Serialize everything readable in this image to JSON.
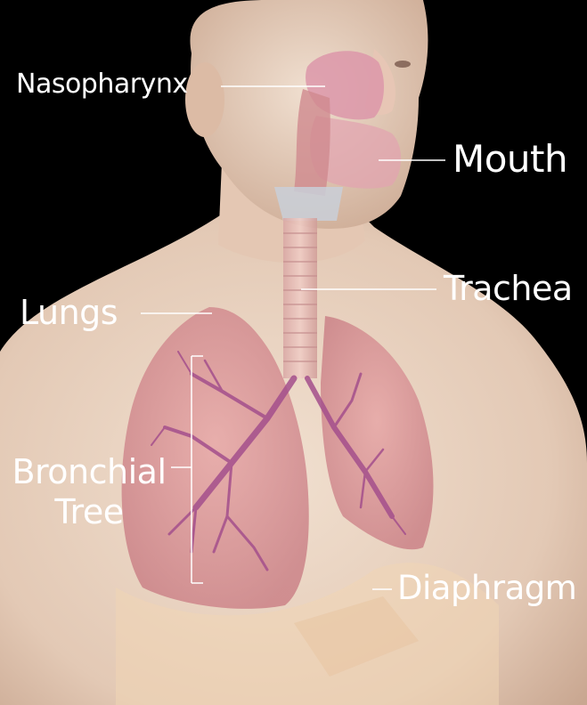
{
  "labels": {
    "nasopharynx": "Nasopharynx",
    "mouth": "Mouth",
    "trachea": "Trachea",
    "lungs": "Lungs",
    "bronchial_line1": "Bronchial",
    "bronchial_line2": "Tree",
    "diaphragm": "Diaphragm"
  },
  "colors": {
    "background": "#000000",
    "skin": "#e9d2bf",
    "lung": "#d98f93",
    "bronchi": "#a44f8c",
    "label_text": "#ffffff"
  }
}
